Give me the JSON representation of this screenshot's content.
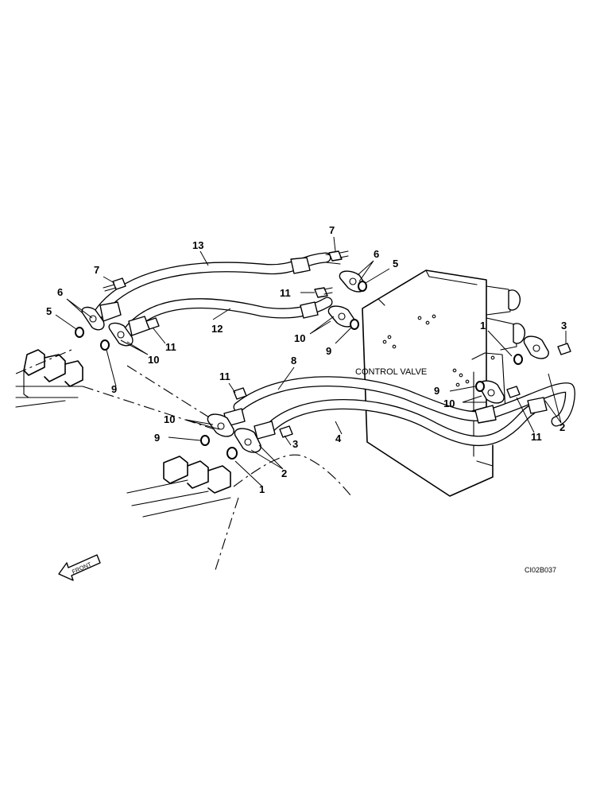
{
  "diagram": {
    "component_label": "CONTROL VALVE",
    "drawing_code": "CI02B037",
    "direction_label": "FRONT",
    "callouts": {
      "c1a": "1",
      "c1b": "1",
      "c2a": "2",
      "c2b": "2",
      "c3a": "3",
      "c3b": "3",
      "c4": "4",
      "c5a": "5",
      "c5b": "5",
      "c6a": "6",
      "c6b": "6",
      "c7a": "7",
      "c7b": "7",
      "c8": "8",
      "c9a": "9",
      "c9b": "9",
      "c9c": "9",
      "c9d": "9",
      "c10a": "10",
      "c10b": "10",
      "c10c": "10",
      "c10d": "10",
      "c11a": "11",
      "c11b": "11",
      "c11c": "11",
      "c11d": "11",
      "c12": "12",
      "c13": "13"
    }
  }
}
